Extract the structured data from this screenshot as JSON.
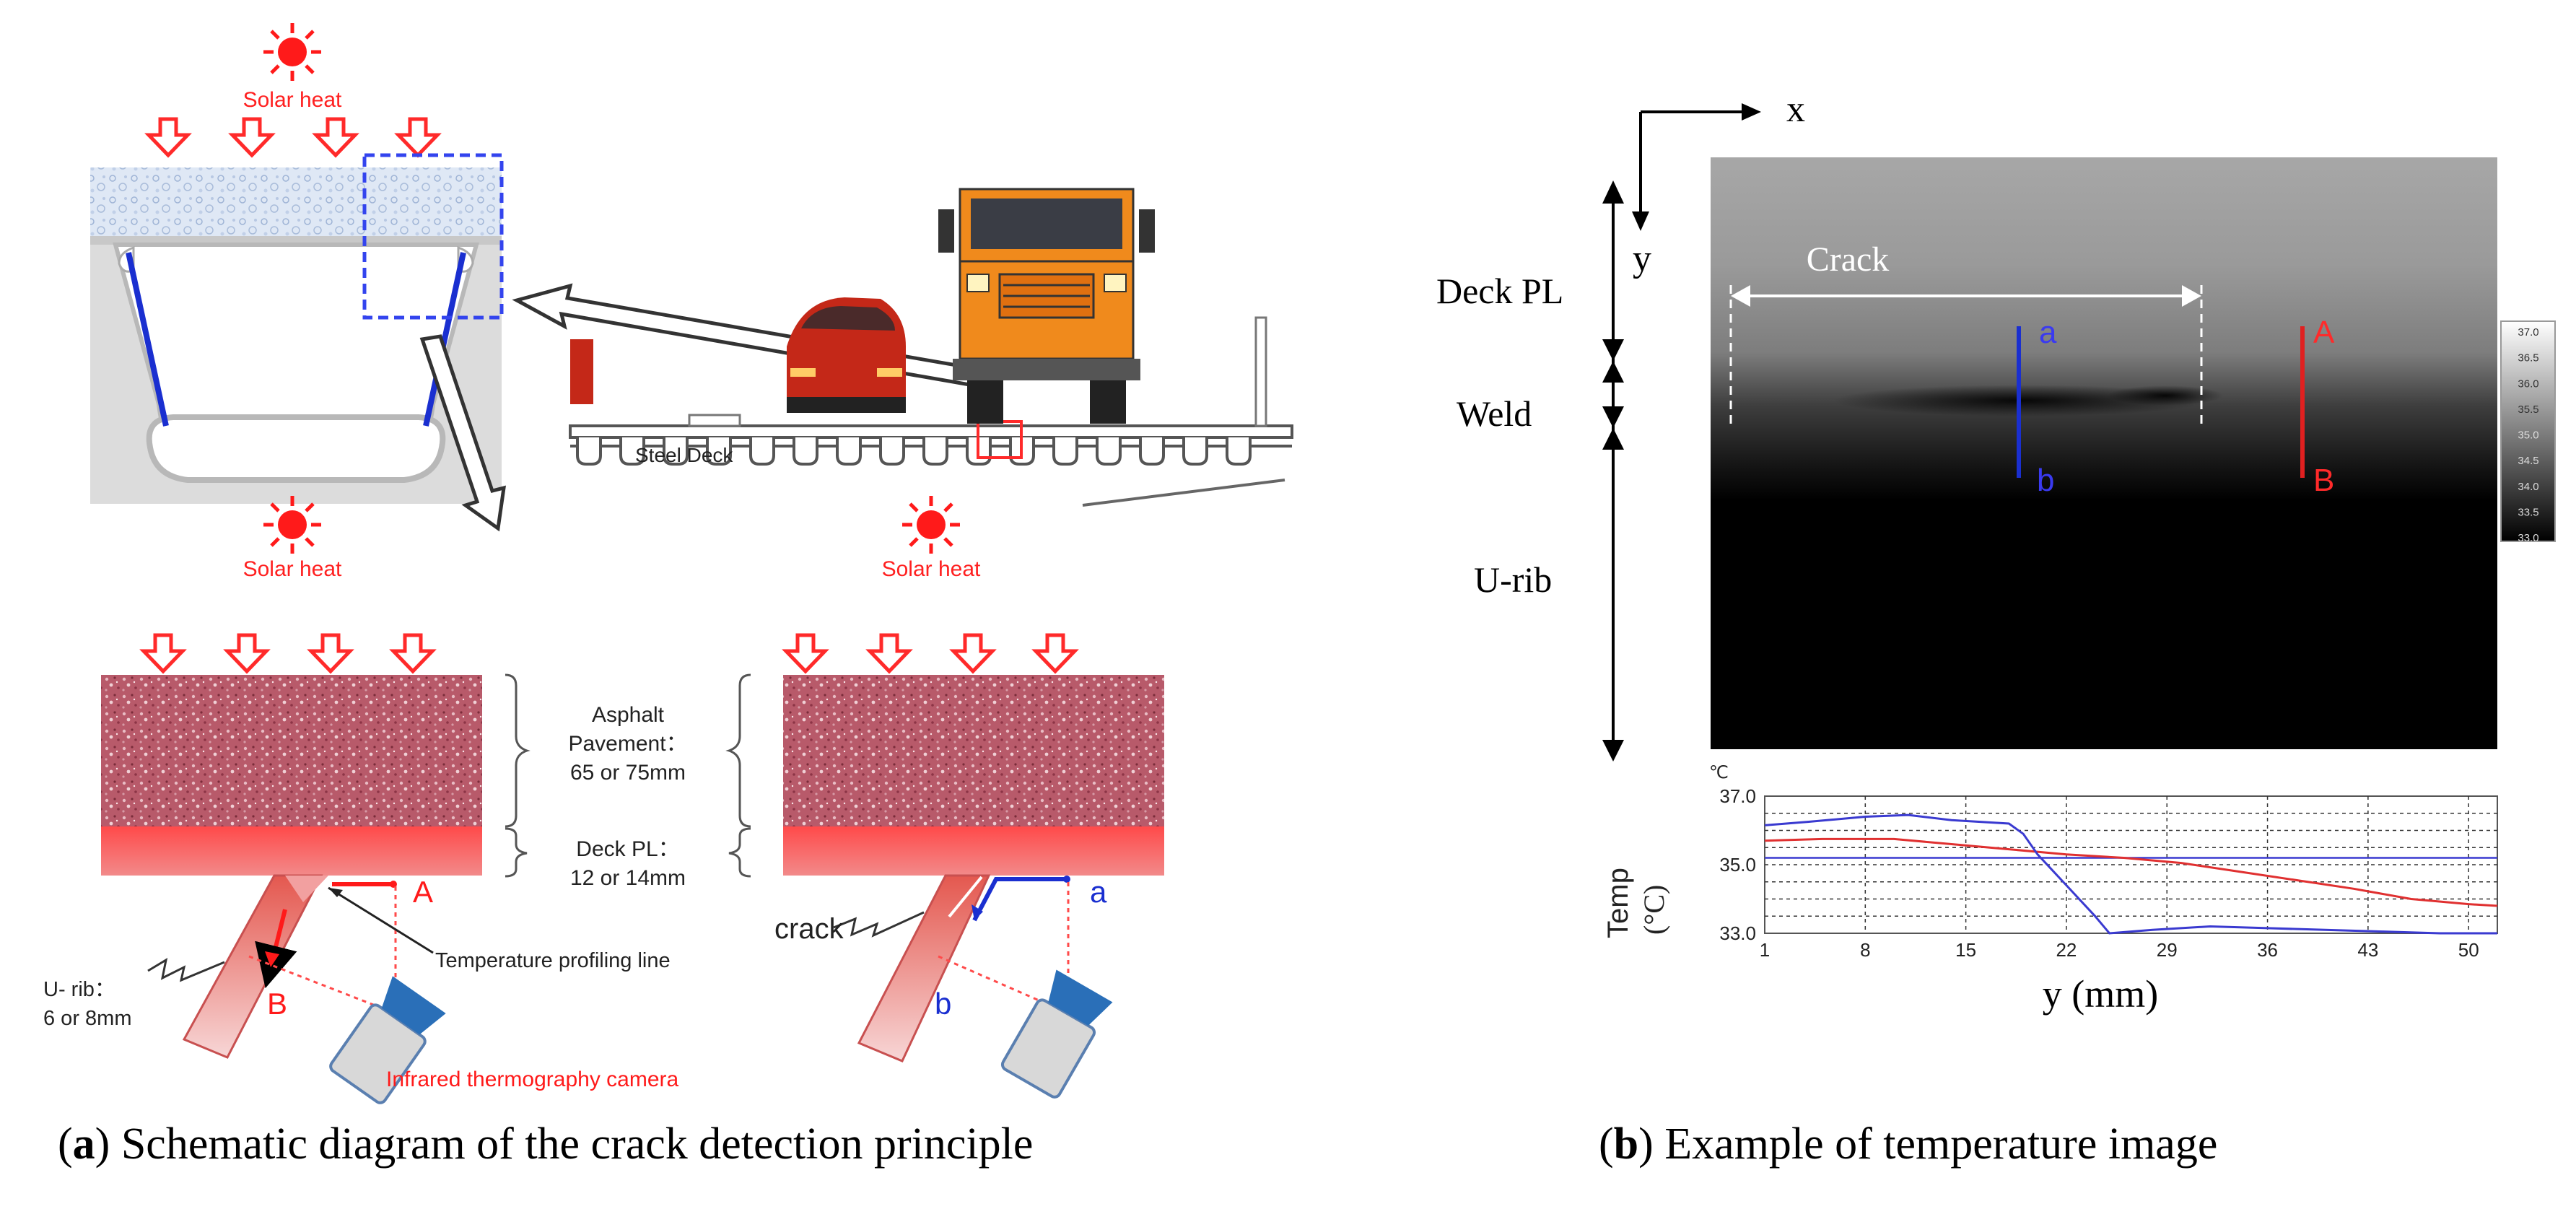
{
  "panel_a": {
    "solar_label": "Solar heat",
    "steel_deck_label": "Steel Deck",
    "asphalt_label_1": "Asphalt",
    "asphalt_label_2": "Pavement：",
    "asphalt_label_3": "65 or 75mm",
    "deck_label_1": "Deck PL：",
    "deck_label_2": "12 or 14mm",
    "urib_label_1": "U- rib：",
    "urib_label_2": "6 or 8mm",
    "profile_line_label": "Temperature profiling line",
    "camera_label": "Infrared thermography camera",
    "crack_label": "crack",
    "point_A": "A",
    "point_B": "B",
    "point_a": "a",
    "point_b": "b",
    "caption_letter": "a",
    "caption_text": " Schematic diagram of the crack detection principle"
  },
  "panel_b": {
    "axis_x": "x",
    "axis_y": "y",
    "deck_pl": "Deck PL",
    "weld": "Weld",
    "urib": "U-rib",
    "crack": "Crack",
    "point_a": "a",
    "point_b": "b",
    "point_A": "A",
    "point_B": "B",
    "colorbar_ticks": [
      "37.0",
      "36.5",
      "36.0",
      "35.5",
      "35.0",
      "34.5",
      "34.0",
      "33.5",
      "33.0"
    ],
    "caption_letter": "b",
    "caption_text": " Example of temperature image"
  },
  "chart_data": {
    "type": "line",
    "ylabel": "Temp",
    "ylabel_unit": "(°C)",
    "unit_mark": "℃",
    "xlabel": "y (mm)",
    "x_ticks": [
      1,
      8,
      15,
      22,
      29,
      36,
      43,
      50
    ],
    "y_ticks": [
      37.0,
      35.0,
      33.0
    ],
    "xlim": [
      1,
      52
    ],
    "ylim": [
      33.0,
      37.0
    ],
    "reference_line": 35.2,
    "series": [
      {
        "color": "#e03030",
        "x": [
          1,
          5,
          10,
          14,
          18,
          22,
          26,
          30,
          34,
          38,
          42,
          46,
          50,
          52
        ],
        "y": [
          35.7,
          35.75,
          35.75,
          35.6,
          35.45,
          35.3,
          35.2,
          35.05,
          34.8,
          34.55,
          34.3,
          34.0,
          33.85,
          33.8
        ]
      },
      {
        "color": "#3a3ad0",
        "x": [
          1,
          4,
          8,
          11,
          14,
          18,
          19,
          20,
          22,
          24,
          25,
          28,
          32,
          36,
          40,
          44,
          48,
          52
        ],
        "y": [
          36.15,
          36.25,
          36.4,
          36.45,
          36.3,
          36.2,
          35.9,
          35.3,
          34.4,
          33.5,
          33.0,
          33.1,
          33.2,
          33.15,
          33.1,
          33.05,
          33.0,
          33.0
        ]
      }
    ]
  }
}
